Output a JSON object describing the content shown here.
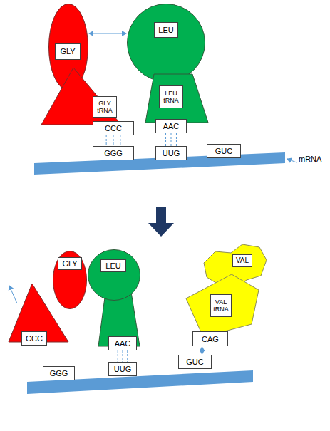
{
  "diagram": {
    "nodes": [
      {
        "text": [
          "GLY"
        ]
      },
      {
        "text": [
          "LEU"
        ]
      },
      {
        "text": [
          "GLY tRNA"
        ]
      },
      {
        "text": [
          "LEU tRNA"
        ]
      },
      {
        "text": [
          "CCC"
        ]
      },
      {
        "text": [
          "AAC"
        ]
      },
      {
        "text": [
          "GGG"
        ]
      },
      {
        "text": [
          "UUG"
        ]
      },
      {
        "text": [
          "GUC"
        ]
      },
      {
        "text": [
          "GLY"
        ]
      },
      {
        "text": [
          "LEU"
        ]
      },
      {
        "text": [
          "VAL"
        ]
      },
      {
        "text": [
          "VAL tRNA"
        ]
      },
      {
        "text": [
          "CCC"
        ]
      },
      {
        "text": [
          "AAC"
        ]
      },
      {
        "text": [
          "CAG"
        ]
      },
      {
        "text": [
          "GGG"
        ]
      },
      {
        "text": [
          "UUG"
        ]
      },
      {
        "text": [
          "GUC"
        ]
      }
    ],
    "edges": [
      {
        "from": 0,
        "to": 1,
        "arrow": "both"
      },
      {
        "from": 4,
        "to": 6,
        "arrow": "none"
      },
      {
        "from": 5,
        "to": 7,
        "arrow": "none"
      },
      {
        "from": 14,
        "to": 17,
        "arrow": "none"
      },
      {
        "from": 15,
        "to": 18,
        "arrow": "both"
      }
    ],
    "labels": [
      "mRNA"
    ]
  }
}
